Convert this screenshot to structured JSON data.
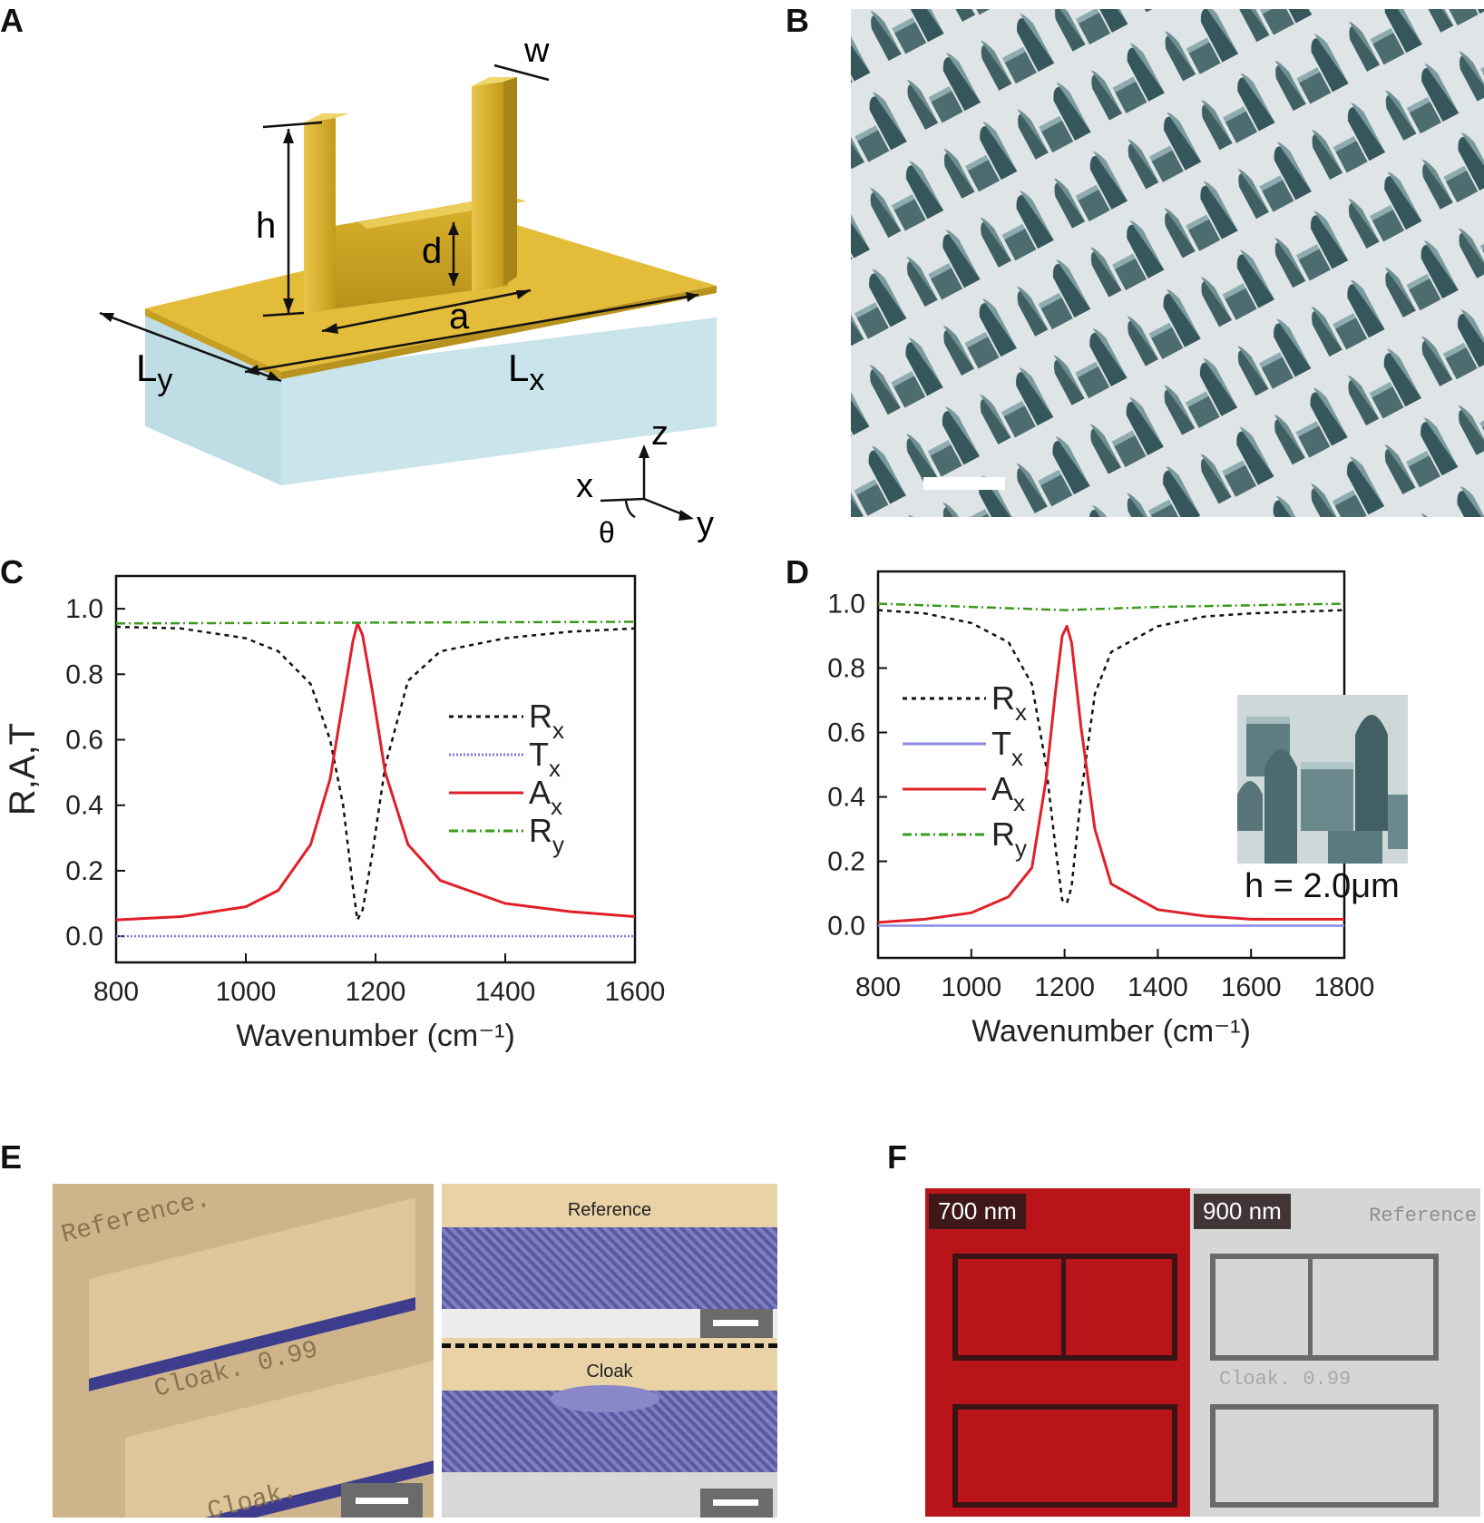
{
  "panels": {
    "A": {
      "label": "A",
      "dims": {
        "w": "w",
        "h": "h",
        "d": "d",
        "a": "a",
        "Lx": "L",
        "Lx_sub": "x",
        "Ly": "L",
        "Ly_sub": "y"
      },
      "axes": {
        "z": "z",
        "x": "x",
        "y": "y",
        "theta": "θ"
      }
    },
    "B": {
      "label": "B"
    },
    "C": {
      "label": "C"
    },
    "D": {
      "label": "D",
      "inset_caption": "h = 2.0μm"
    },
    "E": {
      "label": "E",
      "reference_label": "Reference",
      "cloak_label": "Cloak",
      "engraved_top": "Reference.",
      "engraved_mid": "Cloak. 0.99",
      "engraved_bot": "Cloak."
    },
    "F": {
      "label": "F",
      "left_wavelength": "700 nm",
      "right_wavelength": "900 nm",
      "engraved_mid": "Cloak. 0.99",
      "engraved_top": "Reference"
    }
  },
  "chart_data": [
    {
      "panel": "C",
      "type": "line",
      "xlabel": "Wavenumber (cm⁻¹)",
      "ylabel": "R,A,T",
      "xlim": [
        800,
        1600
      ],
      "ylim": [
        -0.08,
        1.1
      ],
      "xticks": [
        800,
        1000,
        1200,
        1400,
        1600
      ],
      "yticks": [
        "0.0",
        "0.2",
        "0.4",
        "0.6",
        "0.8",
        "1.0"
      ],
      "legend_position": "right",
      "series": [
        {
          "name": "Rx",
          "label_main": "R",
          "label_sub": "x",
          "color": "#111111",
          "dash": "5,5",
          "x": [
            800,
            900,
            1000,
            1050,
            1100,
            1130,
            1150,
            1165,
            1172,
            1180,
            1195,
            1215,
            1250,
            1300,
            1400,
            1500,
            1600
          ],
          "y": [
            0.945,
            0.94,
            0.91,
            0.87,
            0.77,
            0.6,
            0.4,
            0.15,
            0.05,
            0.08,
            0.25,
            0.52,
            0.78,
            0.87,
            0.91,
            0.93,
            0.94
          ]
        },
        {
          "name": "Tx",
          "label_main": "T",
          "label_sub": "x",
          "color": "#7b7be0",
          "dash": "2,2",
          "x": [
            800,
            1600
          ],
          "y": [
            0.0,
            0.0
          ]
        },
        {
          "name": "Ax",
          "label_main": "A",
          "label_sub": "x",
          "color": "#e0202a",
          "dash": "",
          "x": [
            800,
            900,
            1000,
            1050,
            1100,
            1130,
            1150,
            1165,
            1172,
            1180,
            1195,
            1215,
            1250,
            1300,
            1400,
            1500,
            1600
          ],
          "y": [
            0.05,
            0.06,
            0.09,
            0.14,
            0.28,
            0.48,
            0.72,
            0.9,
            0.955,
            0.92,
            0.75,
            0.5,
            0.28,
            0.17,
            0.1,
            0.075,
            0.06
          ]
        },
        {
          "name": "Ry",
          "label_main": "R",
          "label_sub": "y",
          "color": "#3a9a1a",
          "dash": "10,4,2,4",
          "x": [
            800,
            1600
          ],
          "y": [
            0.955,
            0.96
          ]
        }
      ]
    },
    {
      "panel": "D",
      "type": "line",
      "xlabel": "Wavenumber (cm⁻¹)",
      "ylabel": "",
      "xlim": [
        800,
        1800
      ],
      "ylim": [
        -0.1,
        1.1
      ],
      "xticks": [
        800,
        1000,
        1200,
        1400,
        1600,
        1800
      ],
      "yticks": [
        "0.0",
        "0.2",
        "0.4",
        "0.6",
        "0.8",
        "1.0"
      ],
      "legend_position": "left",
      "series": [
        {
          "name": "Rx",
          "label_main": "R",
          "label_sub": "x",
          "color": "#111111",
          "dash": "5,5",
          "x": [
            800,
            900,
            1000,
            1080,
            1130,
            1160,
            1180,
            1195,
            1205,
            1215,
            1235,
            1265,
            1300,
            1400,
            1500,
            1600,
            1800
          ],
          "y": [
            0.98,
            0.97,
            0.94,
            0.88,
            0.75,
            0.5,
            0.25,
            0.08,
            0.07,
            0.12,
            0.4,
            0.72,
            0.85,
            0.93,
            0.96,
            0.97,
            0.98
          ]
        },
        {
          "name": "Tx",
          "label_main": "T",
          "label_sub": "x",
          "color": "#8a8ae6",
          "dash": "",
          "x": [
            800,
            1800
          ],
          "y": [
            0.0,
            0.0
          ]
        },
        {
          "name": "Ax",
          "label_main": "A",
          "label_sub": "x",
          "color": "#e0202a",
          "dash": "",
          "x": [
            800,
            900,
            1000,
            1080,
            1130,
            1160,
            1180,
            1195,
            1205,
            1215,
            1235,
            1265,
            1300,
            1400,
            1500,
            1600,
            1800
          ],
          "y": [
            0.01,
            0.02,
            0.04,
            0.09,
            0.18,
            0.45,
            0.72,
            0.9,
            0.93,
            0.88,
            0.62,
            0.3,
            0.13,
            0.05,
            0.03,
            0.02,
            0.02
          ]
        },
        {
          "name": "Ry",
          "label_main": "R",
          "label_sub": "y",
          "color": "#3a9a1a",
          "dash": "10,4,2,4",
          "x": [
            800,
            1000,
            1200,
            1400,
            1600,
            1800
          ],
          "y": [
            1.0,
            0.99,
            0.98,
            0.99,
            0.995,
            1.0
          ]
        }
      ]
    }
  ]
}
